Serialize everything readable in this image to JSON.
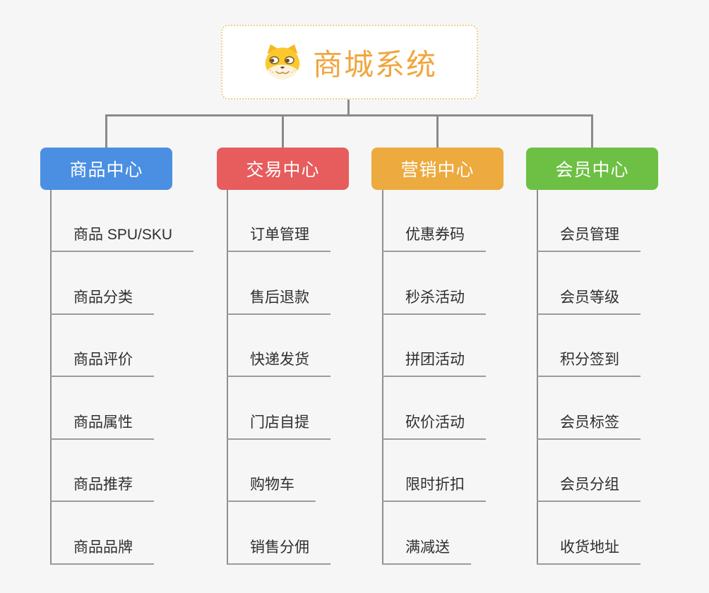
{
  "palette": {
    "background": "#f6f6f6",
    "connector": "#8a8a8a",
    "underline": "#9c9c9c",
    "item_text": "#2f2f2f"
  },
  "root": {
    "title": "商城系统",
    "icon": "dog-face-icon",
    "text_color": "#f0a63e",
    "border_color": "#f2cd8a",
    "background": "#ffffff"
  },
  "branches": [
    {
      "label": "商品中心",
      "color": "#4b8fe2",
      "items": [
        "商品 SPU/SKU",
        "商品分类",
        "商品评价",
        "商品属性",
        "商品推荐",
        "商品品牌"
      ]
    },
    {
      "label": "交易中心",
      "color": "#e75c5c",
      "items": [
        "订单管理",
        "售后退款",
        "快递发货",
        "门店自提",
        "购物车",
        "销售分佣"
      ]
    },
    {
      "label": "营销中心",
      "color": "#ecaa3f",
      "items": [
        "优惠券码",
        "秒杀活动",
        "拼团活动",
        "砍价活动",
        "限时折扣",
        "满减送"
      ]
    },
    {
      "label": "会员中心",
      "color": "#6dc044",
      "items": [
        "会员管理",
        "会员等级",
        "积分签到",
        "会员标签",
        "会员分组",
        "收货地址"
      ]
    }
  ]
}
